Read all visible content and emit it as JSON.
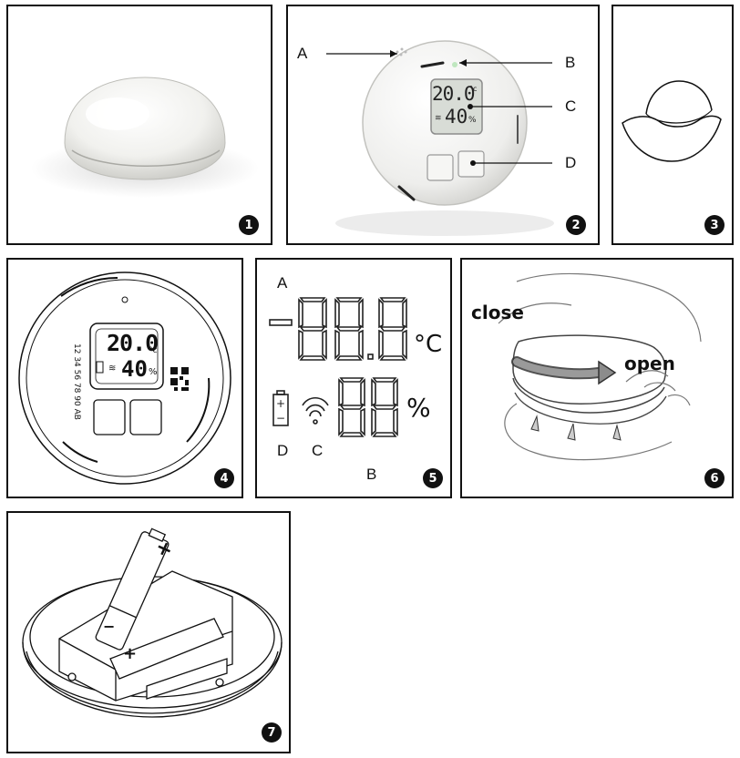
{
  "panels": {
    "p1": {
      "number": "1"
    },
    "p2": {
      "number": "2",
      "labels": {
        "a": "A",
        "b": "B",
        "c": "C",
        "d": "D"
      },
      "lcd_temp": "20.0",
      "lcd_unit": "°c",
      "lcd_hum": "40",
      "lcd_hum_unit": "%"
    },
    "p3": {
      "number": "3"
    },
    "p4": {
      "number": "4",
      "lcd_temp": "20.0",
      "lcd_unit": "°c",
      "lcd_hum": "40",
      "lcd_hum_unit": "%",
      "serial": "12 34 56 78 90 AB"
    },
    "p5": {
      "number": "5",
      "labels": {
        "a": "A",
        "b": "B",
        "c": "C",
        "d": "D"
      },
      "temp_unit": "°C",
      "hum_unit": "%"
    },
    "p6": {
      "number": "6",
      "close": "close",
      "open": "open"
    },
    "p7": {
      "number": "7"
    }
  }
}
